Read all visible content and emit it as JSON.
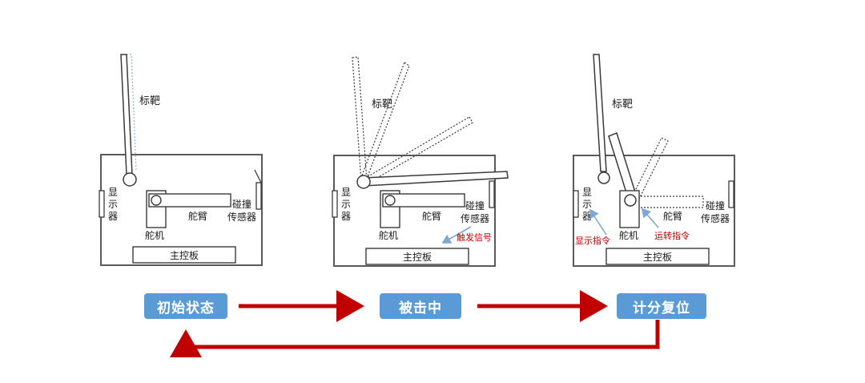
{
  "panels": [
    {
      "target": "标靶",
      "display_top": "显",
      "display_mid": "示",
      "display_bottom": "器",
      "servo": "舵机",
      "arm": "舵臂",
      "sensor_top": "碰撞",
      "sensor_bottom": "传感器",
      "board": "主控板"
    },
    {
      "target": "标靶",
      "display_top": "显",
      "display_mid": "示",
      "display_bottom": "器",
      "servo": "舵机",
      "arm": "舵臂",
      "sensor_top": "碰撞",
      "sensor_bottom": "传感器",
      "board": "主控板",
      "signal": "触发信号"
    },
    {
      "target": "标靶",
      "display_top": "显",
      "display_mid": "示",
      "display_bottom": "器",
      "servo": "舵机",
      "arm": "舵臂",
      "sensor_top": "碰撞",
      "sensor_bottom": "传感器",
      "board": "主控板",
      "display_cmd": "显示指令",
      "run_cmd": "运转指令"
    }
  ],
  "states": [
    "初始状态",
    "被击中",
    "计分复位"
  ],
  "colors": {
    "badge": "#5b9bd5",
    "arrow": "#c00000",
    "frame": "#5a5a5a",
    "signal_arrow": "#7fa7d6"
  }
}
